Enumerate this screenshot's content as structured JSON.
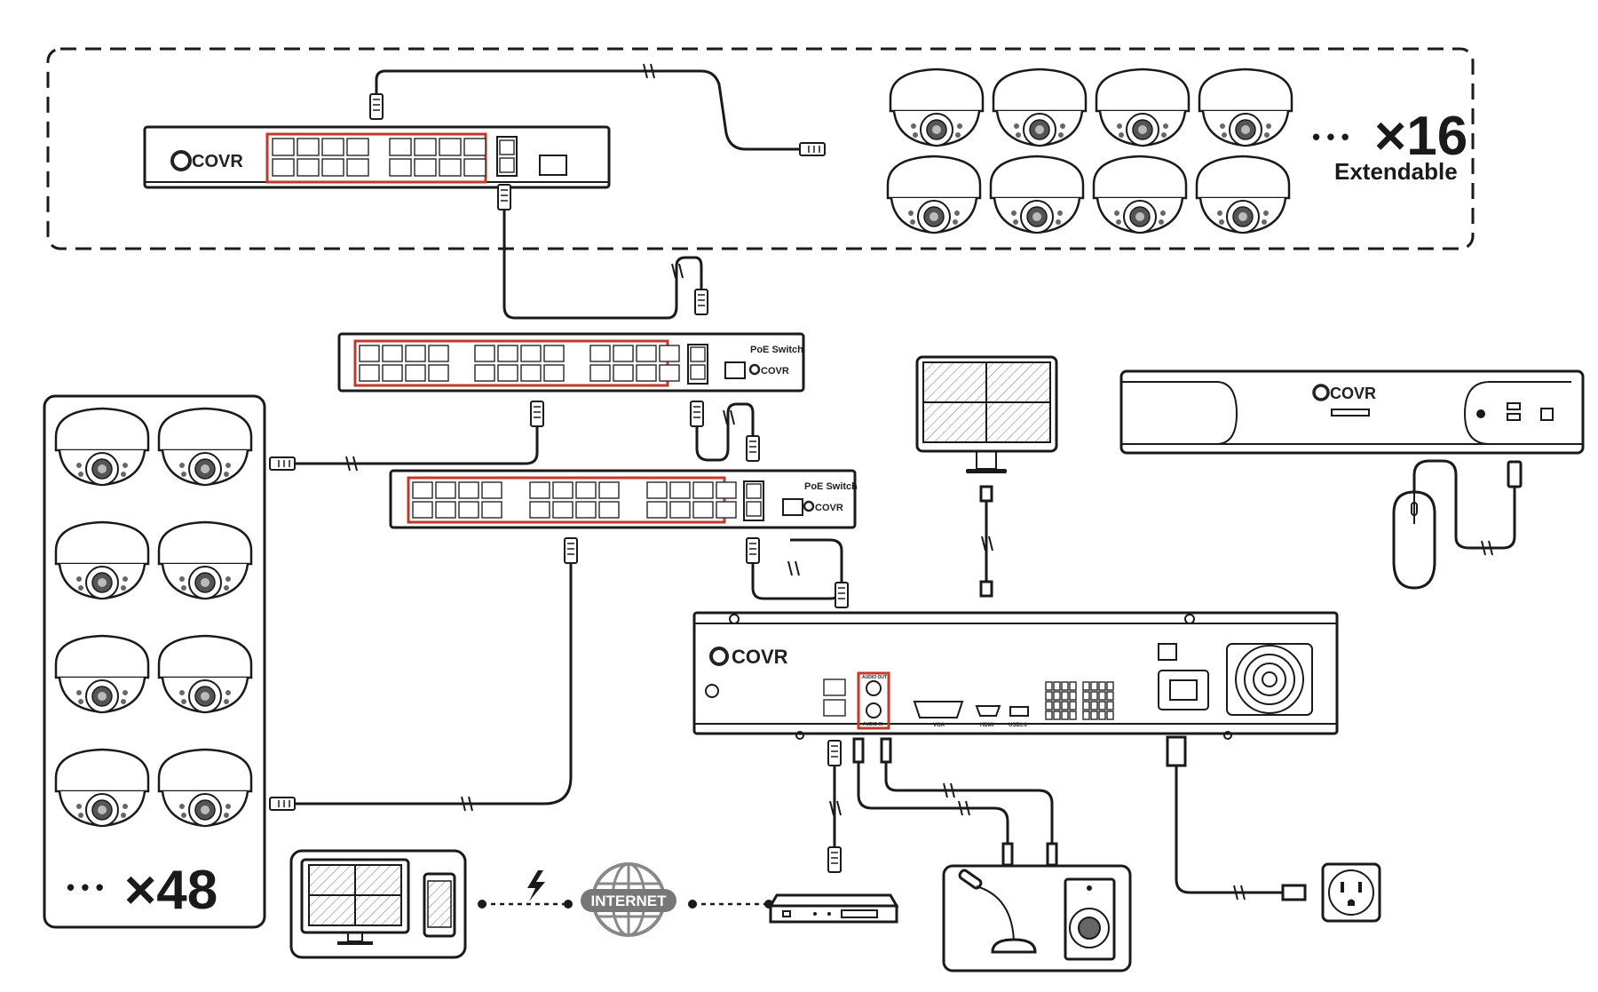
{
  "brand": {
    "logo_text": "COVR"
  },
  "top_group": {
    "multiplier": "×16",
    "dots": "• • •",
    "subtitle": "Extendable"
  },
  "left_group": {
    "multiplier": "×48",
    "dots": "• • •"
  },
  "poe_switch": {
    "label": "PoE Switch"
  },
  "internet": {
    "label": "INTERNET"
  },
  "nvr_ports": {
    "audio_out": "AUDIO OUT",
    "audio_in": "AUDIO IN",
    "vga": "VGA",
    "hdmi": "HDMI",
    "usb": "USB3.0"
  },
  "colors": {
    "line": "#1a1a1a",
    "highlight": "#c0392b",
    "internet_badge": "#777777"
  }
}
